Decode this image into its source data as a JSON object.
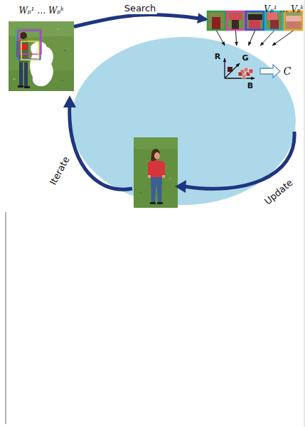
{
  "diagram": {
    "nodes": [
      {
        "text": [
          "Wₚ¹ … Wₚᵏ"
        ]
      },
      {
        "text": [
          "Vₚ¹ … Vₚᵏ"
        ]
      }
    ],
    "edges": [
      {
        "from": 0,
        "to": 1,
        "arrow": "to",
        "label": "Search"
      }
    ],
    "labels": [
      "Update",
      "Iterate",
      "R",
      "G",
      "B",
      "C"
    ]
  }
}
